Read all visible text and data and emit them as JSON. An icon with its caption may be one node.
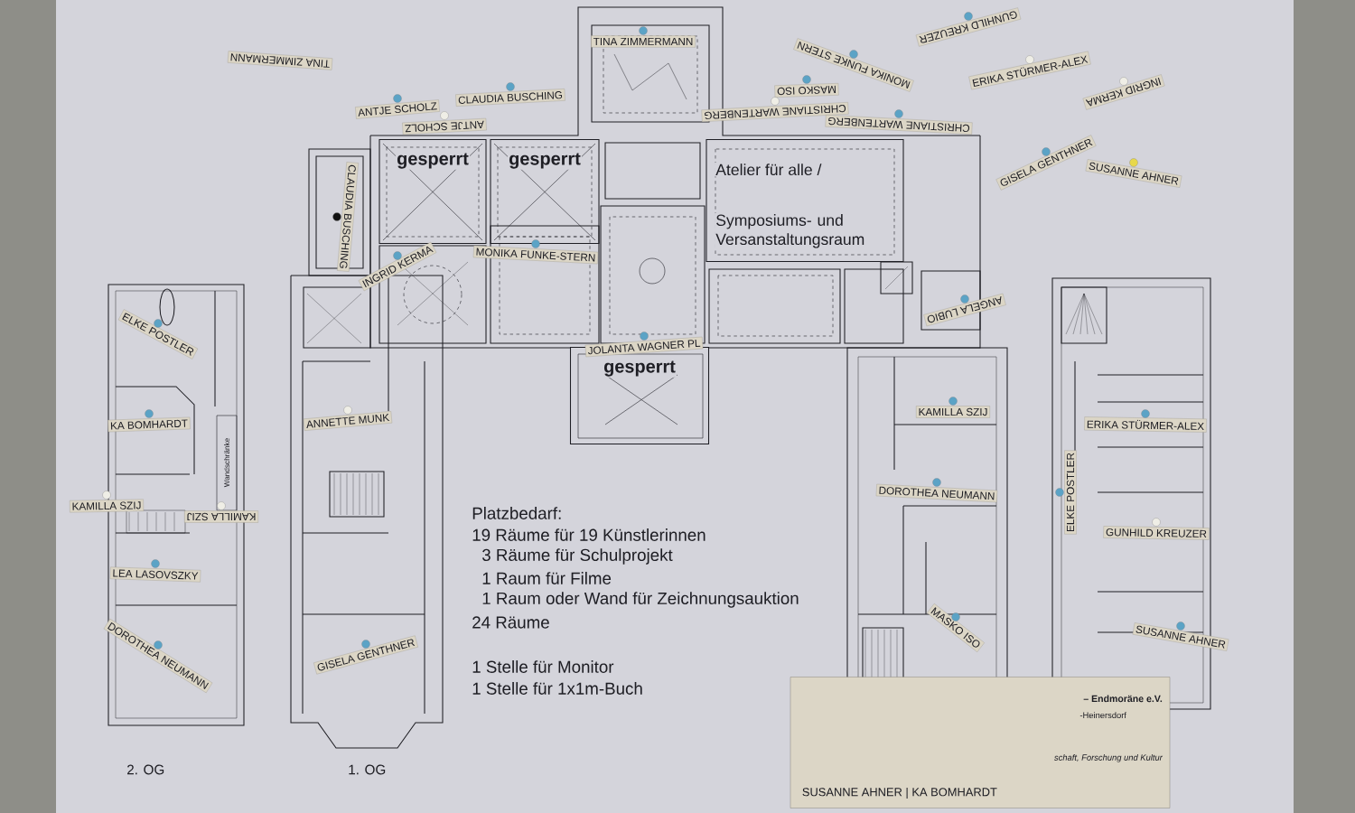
{
  "diagram": {
    "nodes": [
      {
        "text": [
          "gesperrt"
        ]
      },
      {
        "text": [
          "gesperrt"
        ]
      },
      {
        "text": [
          "Atelier für alle /",
          "Symposiums- und Versanstaltungsraum"
        ]
      },
      {
        "text": [
          "gesperrt"
        ]
      },
      {
        "text": [
          "– Endmoräne e.V.",
          "-Heinersdorf",
          "schaft, Forschung und Kultur",
          "SUSANNE AHNER | KA BOMHARDT"
        ]
      }
    ],
    "labels": [
      "TINA ZIMMERMANN",
      "TINA ZIMMERMANN",
      "GUNHILD KREUZER",
      "MONIKA FUNKE STERN",
      "ERIKA STÜRMER-ALEX",
      "MASKO ISO",
      "CLAUDIA BUSCHING",
      "INGRID KERMA",
      "ANTJE SCHOLZ",
      "ANTJE SCHOLZ",
      "CHRISTIANE WARTENBERG",
      "CHRISTIANE WARTENBERG",
      "CLAUDIA BUSCHING",
      "GISELA GENTHNER",
      "SUSANNE AHNER",
      "INGRID KERMA",
      "MONIKA FUNKE-STERN",
      "ANGELA LUBIO",
      "JOLANTA WAGNER PL",
      "ELKE POSTLER",
      "KA BOMHARDT",
      "ANNETTE MUNK",
      "KAMILLA SZIJ",
      "ERIKA STÜRMER-ALEX",
      "Wandschränke",
      "KAMILLA SZIJ",
      "KAMILLA SZIJ",
      "DOROTHEA NEUMANN",
      "ELKE POSTLER",
      "Platzbedarf:",
      "19 Räume für 19 Künstlerinnen",
      "3 Räume für Schulprojekt",
      "1 Raum für Filme",
      "1 Raum oder Wand für Zeichnungsauktion",
      "24 Räume",
      "GUNHILD KREUZER",
      "LEA LASOVSZKY",
      "MASKO ISO",
      "SUSANNE AHNER",
      "DOROTHEA NEUMANN",
      "GISELA GENTHNER",
      "1 Stelle für Monitor",
      "1 Stelle für 1x1m-Buch",
      "2. OG",
      "1. OG"
    ]
  }
}
